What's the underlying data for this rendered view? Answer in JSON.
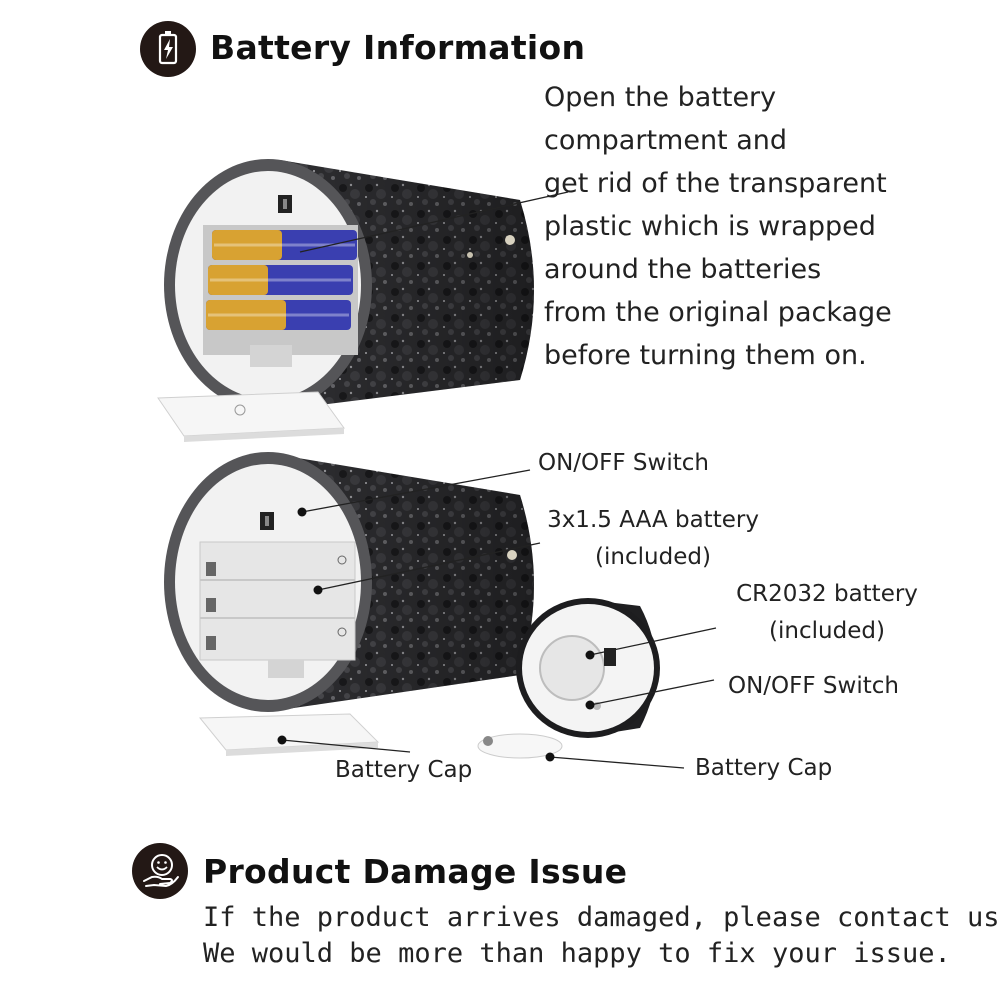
{
  "battery_section": {
    "title": "Battery Information",
    "instructions": [
      "Open the battery",
      "compartment and",
      "get rid of the transparent",
      "plastic which is wrapped",
      "around the batteries",
      "from the original package",
      "before turning them on."
    ]
  },
  "labels": {
    "on_off_switch_large": "ON/OFF Switch",
    "aaa_battery_line1": "3x1.5 AAA battery",
    "aaa_battery_line2": "(included)",
    "cr2032_line1": "CR2032 battery",
    "cr2032_line2": "(included)",
    "on_off_switch_small": "ON/OFF Switch",
    "battery_cap_large": "Battery Cap",
    "battery_cap_small": "Battery Cap"
  },
  "damage_section": {
    "title": "Product Damage Issue",
    "lines": [
      "If the product arrives damaged, please contact us.",
      "We would be more than happy to fix your issue."
    ]
  },
  "colors": {
    "icon_background": "#231815",
    "text": "#222222",
    "candle_body": "#2b2b2e",
    "battery_blue": "#3a3fb0",
    "battery_gold": "#d8a232"
  },
  "icons": [
    "battery-icon",
    "smile-hand-icon"
  ]
}
